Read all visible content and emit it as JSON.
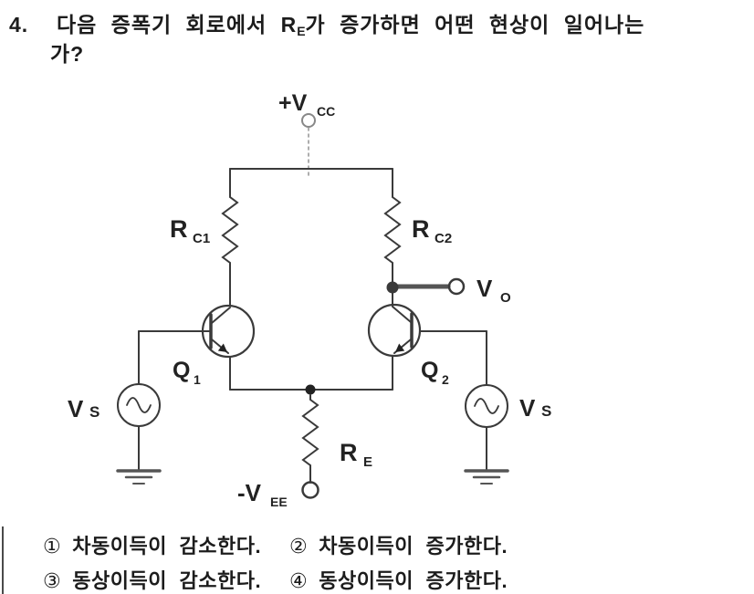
{
  "question": {
    "number": "4.",
    "line1_pre": "다음 증폭기 회로에서 R",
    "line1_sub": "E",
    "line1_post": "가 증가하면 어떤 현상이 일어나는",
    "line2": "가?"
  },
  "circuit": {
    "description": "BJT differential amplifier with emitter resistor",
    "labels": {
      "vcc": {
        "main": "+V",
        "sub": "CC"
      },
      "rc1": {
        "main": "R",
        "sub": "C1"
      },
      "rc2": {
        "main": "R",
        "sub": "C2"
      },
      "vo": {
        "main": "V",
        "sub": "O"
      },
      "q1": {
        "main": "Q",
        "sub": "1"
      },
      "q2": {
        "main": "Q",
        "sub": "2"
      },
      "vs_left": {
        "main": "V",
        "sub": "S"
      },
      "vs_right": {
        "main": "V",
        "sub": "S"
      },
      "re": {
        "main": "R",
        "sub": "E"
      },
      "vee": {
        "main": "-V",
        "sub": "EE"
      }
    }
  },
  "options": [
    {
      "num": "①",
      "text": "차동이득이 감소한다."
    },
    {
      "num": "②",
      "text": "차동이득이 증가한다."
    },
    {
      "num": "③",
      "text": "동상이득이 감소한다."
    },
    {
      "num": "④",
      "text": "동상이득이 증가한다."
    }
  ],
  "colors": {
    "ink": "#1c1c1c",
    "wire": "#3a3a3a",
    "dashed_supply": "#999999",
    "thick_tap": "#555555"
  }
}
